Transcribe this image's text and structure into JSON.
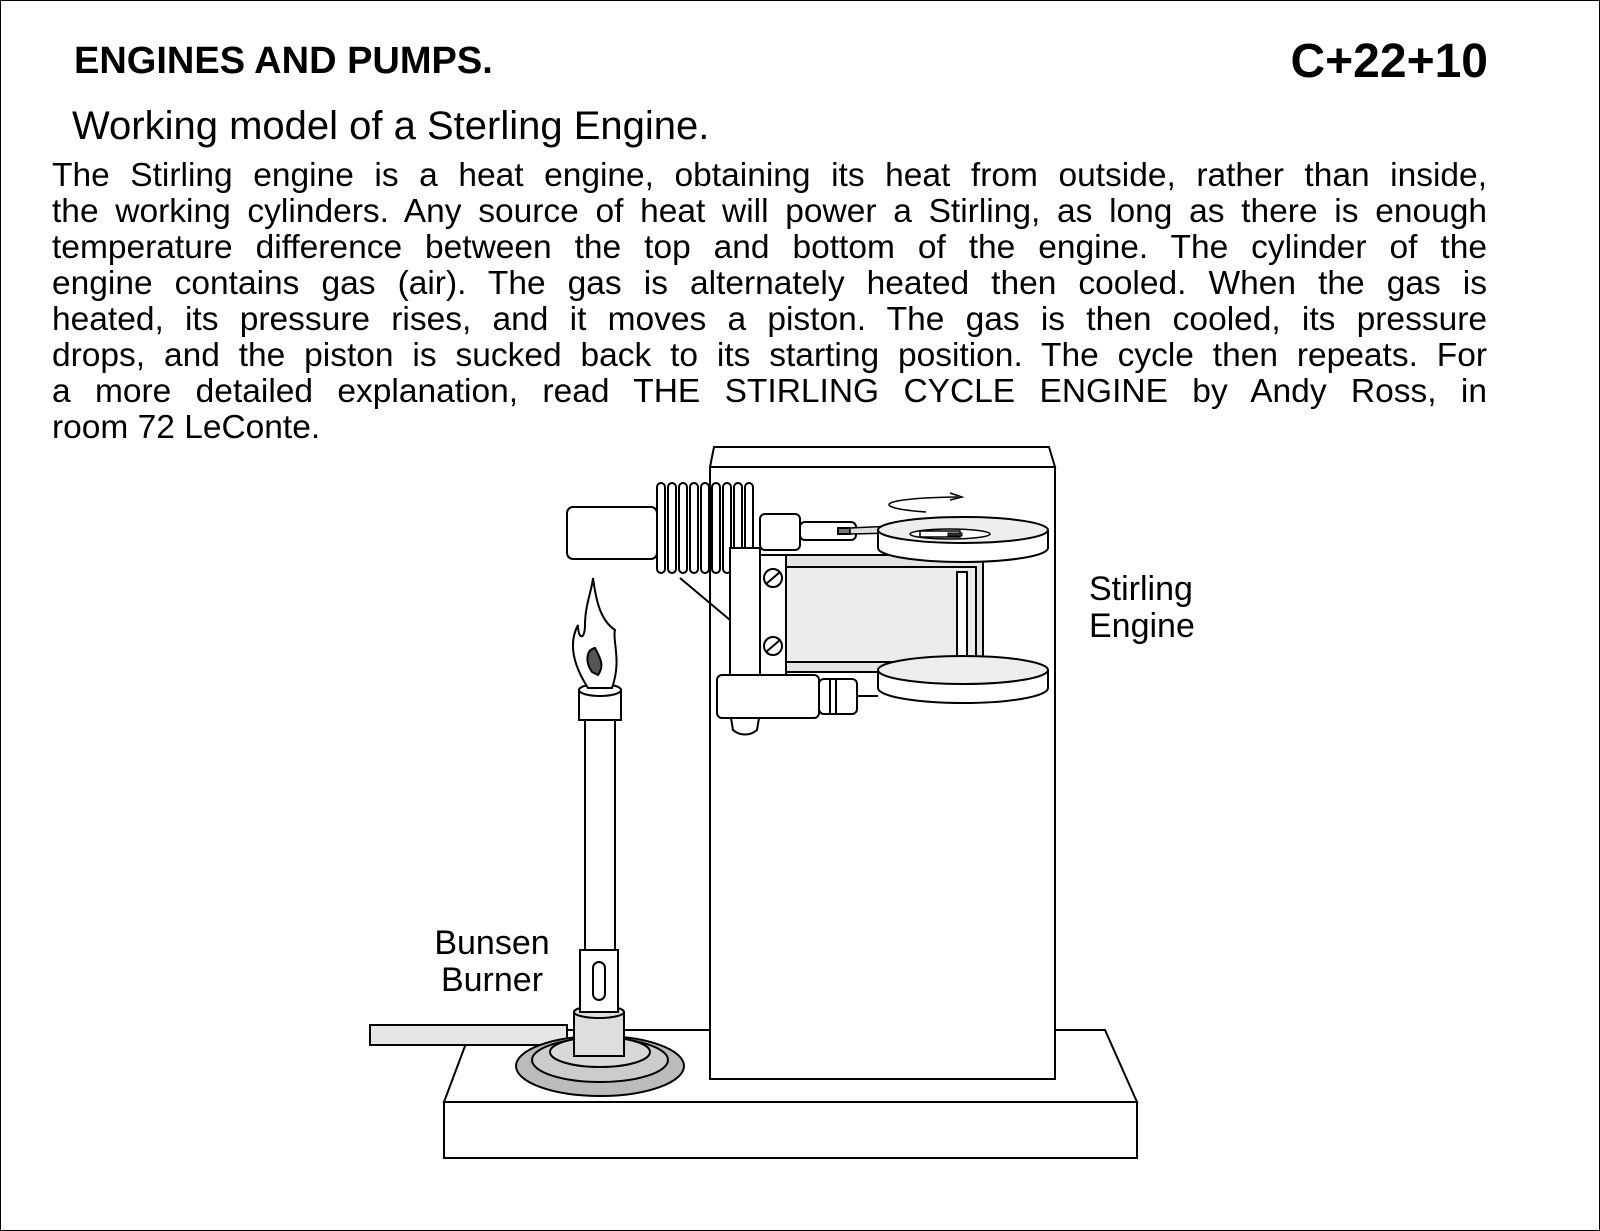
{
  "header": {
    "title": "ENGINES AND PUMPS.",
    "code": "C+22+10"
  },
  "subtitle": "Working model of a Sterling Engine.",
  "body_lines": [
    "The Stirling engine is a heat engine, obtaining its heat from outside, rather than inside,",
    "the working cylinders.  Any source of heat will power a Stirling, as long as there is enough",
    "temperature difference between the top and bottom of the engine. The cylinder of the",
    "engine contains gas (air).  The gas is alternately heated then cooled. When the gas is",
    "heated, its pressure rises, and it moves a piston.  The gas is then cooled, its pressure",
    "drops, and the piston is sucked back to its starting position. The cycle then  repeats.  For",
    "a more detailed explanation, read THE STIRLING CYCLE ENGINE by Andy Ross, in",
    "room 72 LeConte."
  ],
  "diagram": {
    "labels": {
      "engine_1": "Stirling",
      "engine_2": "Engine",
      "burner_1": "Bunsen",
      "burner_2": "Burner"
    },
    "colors": {
      "line": "#000000",
      "shade": "#d8d8d8",
      "flame_core": "#555555"
    }
  }
}
